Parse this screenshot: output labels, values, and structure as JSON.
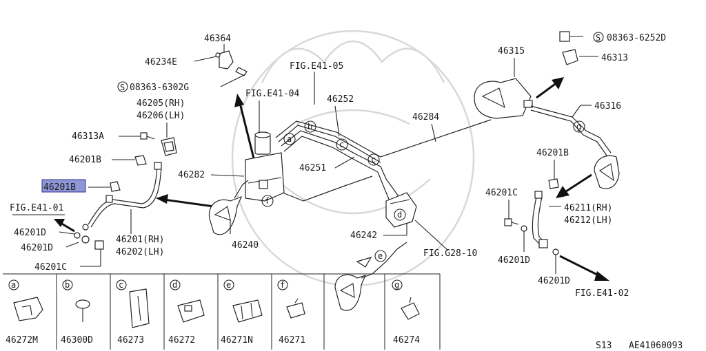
{
  "labels": {
    "p46364": "46364",
    "p46234E": "46234E",
    "s08363_6302G": "08363-6302G",
    "p46205": "46205(RH)",
    "p46206": "46206(LH)",
    "p46313A": "46313A",
    "p46201B_left": "46201B",
    "p46201B_highlight": "46201B",
    "fig_e41_01": "FIG.E41-01",
    "p46201D_a": "46201D",
    "p46201D_b": "46201D",
    "p46201C_left": "46201C",
    "p46201": "46201(RH)",
    "p46202": "46202(LH)",
    "p46240": "46240",
    "p46282": "46282",
    "fig_e41_05": "FIG.E41-05",
    "fig_e41_04": "FIG.E41-04",
    "p46252": "46252",
    "p46251": "46251",
    "p46284": "46284",
    "p46242": "46242",
    "fig_g28_10": "FIG.G28-10",
    "p46315": "46315",
    "s08363_6252D": "08363-6252D",
    "p46313": "46313",
    "p46316": "46316",
    "p46201B_right": "46201B",
    "p46201C_right": "46201C",
    "p46211": "46211(RH)",
    "p46212": "46212(LH)",
    "p46201D_r1": "46201D",
    "p46201D_r2": "46201D",
    "fig_e41_02": "FIG.E41-02",
    "s_symbol": "S"
  },
  "callouts": {
    "a": "a",
    "b": "b",
    "c": "c",
    "d": "d",
    "e": "e",
    "f": "f",
    "g": "g"
  },
  "legend": [
    {
      "letter": "a",
      "part": "46272M"
    },
    {
      "letter": "b",
      "part": "46300D"
    },
    {
      "letter": "c",
      "part": "46273"
    },
    {
      "letter": "d",
      "part": "46272"
    },
    {
      "letter": "e",
      "part": "46271N"
    },
    {
      "letter": "f",
      "part": "46271"
    },
    {
      "letter": "g",
      "part": "46274"
    }
  ],
  "footer": {
    "model": "S13",
    "code": "AE41060093"
  },
  "colors": {
    "highlight": "#8f96d6",
    "line": "#222222",
    "watermark": "#d8d8d8"
  }
}
